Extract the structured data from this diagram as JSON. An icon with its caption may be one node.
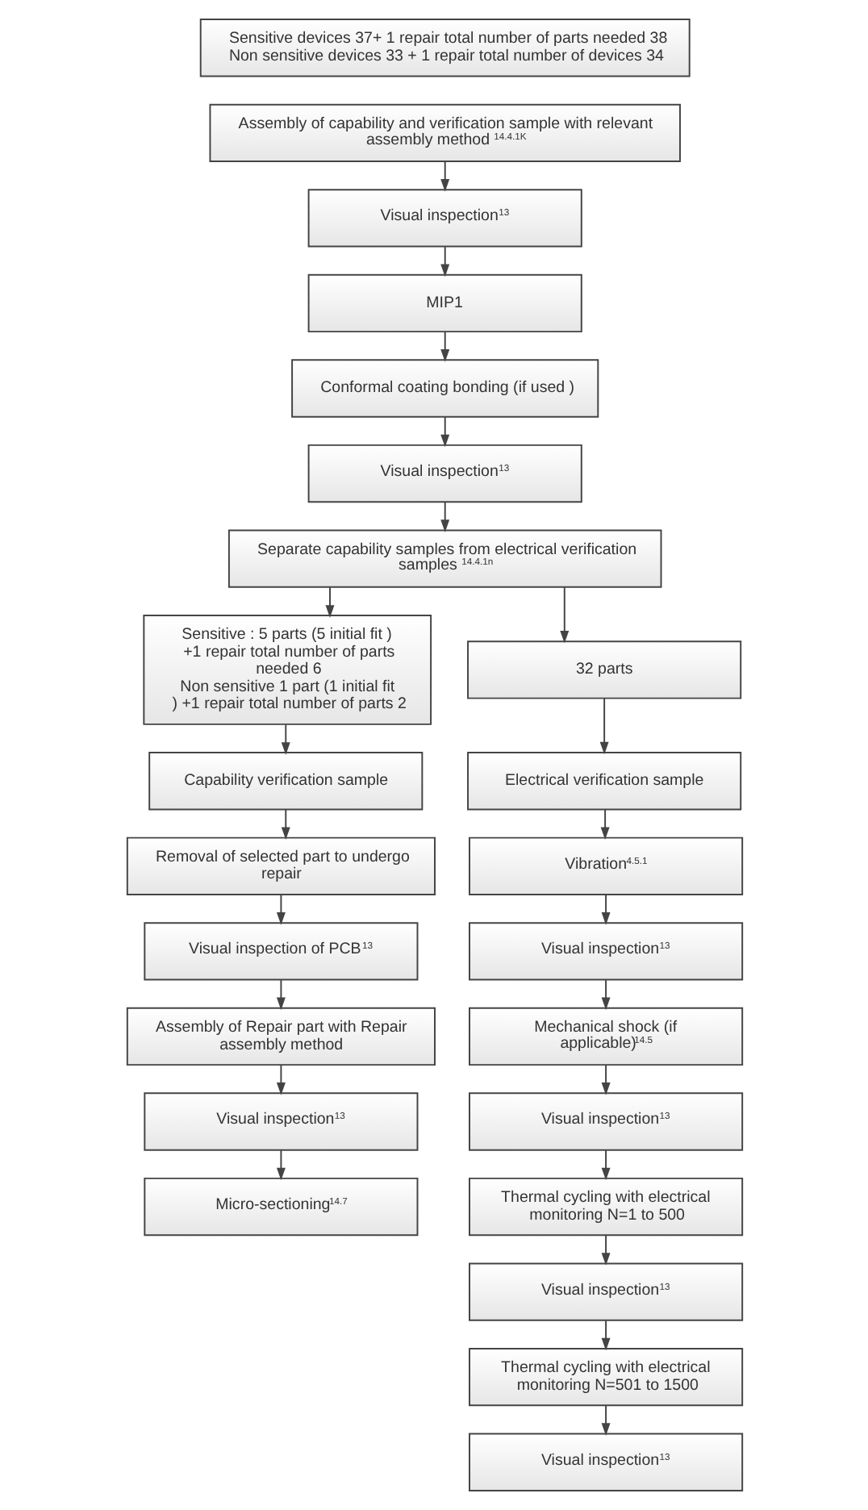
{
  "diagram": {
    "nodes": [
      {
        "text": [
          "Sensitive devices 37+ 1 repair total number of parts needed 38",
          "Non sensitive devices 33 + 1 repair total number of devices 34"
        ]
      },
      {
        "text": [
          "Assembly of capability and verification sample with relevant assembly method $^{14.4.1K}$"
        ]
      },
      {
        "text": [
          "Visual inspection$^{13}$"
        ]
      },
      {
        "text": [
          "MIP1"
        ]
      },
      {
        "text": [
          "Conformal coating bonding (if used )"
        ]
      },
      {
        "text": [
          "Visual inspection$^{13}$"
        ]
      },
      {
        "text": [
          "Separate capability samples from electrical verification samples $^{14.4.1n}$"
        ]
      },
      {
        "text": [
          "Sensitive : 5 parts (5 initial fit ) +1 repair total number of parts needed 6",
          "Non sensitive 1 part (1 initial fit ) +1 repair total number of parts 2"
        ]
      },
      {
        "text": [
          "32 parts"
        ]
      },
      {
        "text": [
          "Capability verification sample"
        ]
      },
      {
        "text": [
          "Removal of selected part to undergo repair"
        ]
      },
      {
        "text": [
          "Visual inspection of PCB$^{13}$"
        ]
      },
      {
        "text": [
          "Assembly of Repair part with Repair assembly method"
        ]
      },
      {
        "text": [
          "Visual inspection$^{13}$"
        ]
      },
      {
        "text": [
          "Micro-sectioning$^{14.7}$"
        ]
      },
      {
        "text": [
          "Electrical verification sample"
        ]
      },
      {
        "text": [
          "Vibration$^{4.5.1}$"
        ]
      },
      {
        "text": [
          "Visual inspection$^{13}$"
        ]
      },
      {
        "text": [
          "Mechanical shock (if applicable)$^{14.5}$"
        ]
      },
      {
        "text": [
          "Visual inspection$^{13}$"
        ]
      },
      {
        "text": [
          "Thermal cycling with electrical monitoring N=1 to 500"
        ]
      },
      {
        "text": [
          "Visual inspection$^{13}$"
        ]
      },
      {
        "text": [
          "Thermal cycling with electrical monitoring N=501 to 1500"
        ]
      },
      {
        "text": [
          "Visual inspection$^{13}$"
        ]
      }
    ],
    "edges": [
      {
        "from": 1,
        "to": 2,
        "arrow": "to"
      },
      {
        "from": 2,
        "to": 3,
        "arrow": "to"
      },
      {
        "from": 3,
        "to": 4,
        "arrow": "to"
      },
      {
        "from": 4,
        "to": 5,
        "arrow": "to"
      },
      {
        "from": 5,
        "to": 6,
        "arrow": "to"
      },
      {
        "from": 6,
        "to": 7,
        "arrow": "to"
      },
      {
        "from": 6,
        "to": 8,
        "arrow": "to"
      },
      {
        "from": 7,
        "to": 9,
        "arrow": "to"
      },
      {
        "from": 9,
        "to": 10,
        "arrow": "to"
      },
      {
        "from": 10,
        "to": 11,
        "arrow": "to"
      },
      {
        "from": 11,
        "to": 12,
        "arrow": "to"
      },
      {
        "from": 12,
        "to": 13,
        "arrow": "to"
      },
      {
        "from": 13,
        "to": 14,
        "arrow": "to"
      },
      {
        "from": 8,
        "to": 15,
        "arrow": "to"
      },
      {
        "from": 15,
        "to": 16,
        "arrow": "to"
      },
      {
        "from": 16,
        "to": 17,
        "arrow": "to"
      },
      {
        "from": 17,
        "to": 18,
        "arrow": "to"
      },
      {
        "from": 18,
        "to": 19,
        "arrow": "to"
      },
      {
        "from": 19,
        "to": 20,
        "arrow": "to"
      },
      {
        "from": 20,
        "to": 21,
        "arrow": "to"
      },
      {
        "from": 21,
        "to": 22,
        "arrow": "to"
      },
      {
        "from": 22,
        "to": 23,
        "arrow": "to"
      }
    ]
  }
}
